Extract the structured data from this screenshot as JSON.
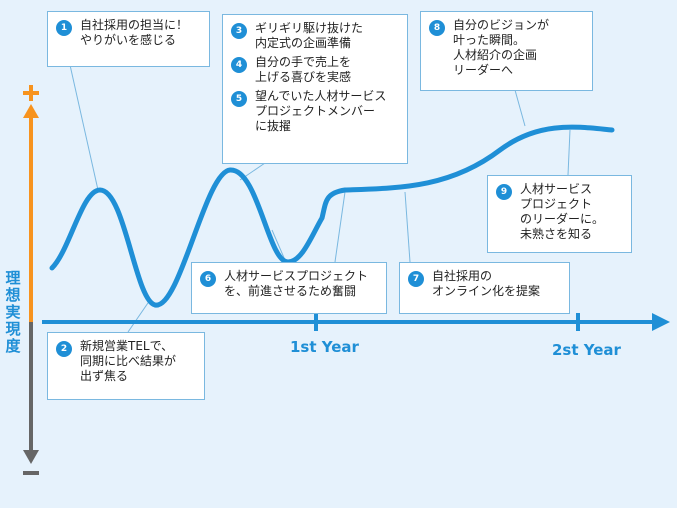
{
  "axis": {
    "vertical_label": "理想実現度",
    "plus": "+",
    "minus": "−",
    "ticks": [
      "1st Year",
      "2st Year"
    ]
  },
  "colors": {
    "background": "#e6f2fc",
    "curve": "#1f8fd6",
    "plus_axis": "#f7931e",
    "minus_axis": "#666666",
    "box_border": "#7ab8e0"
  },
  "notes": [
    {
      "items": [
        {
          "num": "1",
          "text": "自社採用の担当に！\nやりがいを感じる"
        }
      ]
    },
    {
      "items": [
        {
          "num": "2",
          "text": "新規営業TELで、\n同期に比べ結果が\n出ず焦る"
        }
      ]
    },
    {
      "items": [
        {
          "num": "3",
          "text": "ギリギリ駆け抜けた\n内定式の企画準備"
        },
        {
          "num": "4",
          "text": "自分の手で売上を\n上げる喜びを実感"
        },
        {
          "num": "5",
          "text": "望んでいた人材サービス\nプロジェクトメンバー\nに抜擢"
        }
      ]
    },
    {
      "items": [
        {
          "num": "6",
          "text": "人材サービスプロジェクト\nを、前進させるため奮闘"
        }
      ]
    },
    {
      "items": [
        {
          "num": "7",
          "text": "自社採用の\nオンライン化を提案"
        }
      ]
    },
    {
      "items": [
        {
          "num": "8",
          "text": "自分のビジョンが\n叶った瞬間。\n人材紹介の企画\nリーダーへ"
        }
      ]
    },
    {
      "items": [
        {
          "num": "9",
          "text": "人材サービス\nプロジェクト\nのリーダーに。\n未熟さを知る"
        }
      ]
    }
  ]
}
